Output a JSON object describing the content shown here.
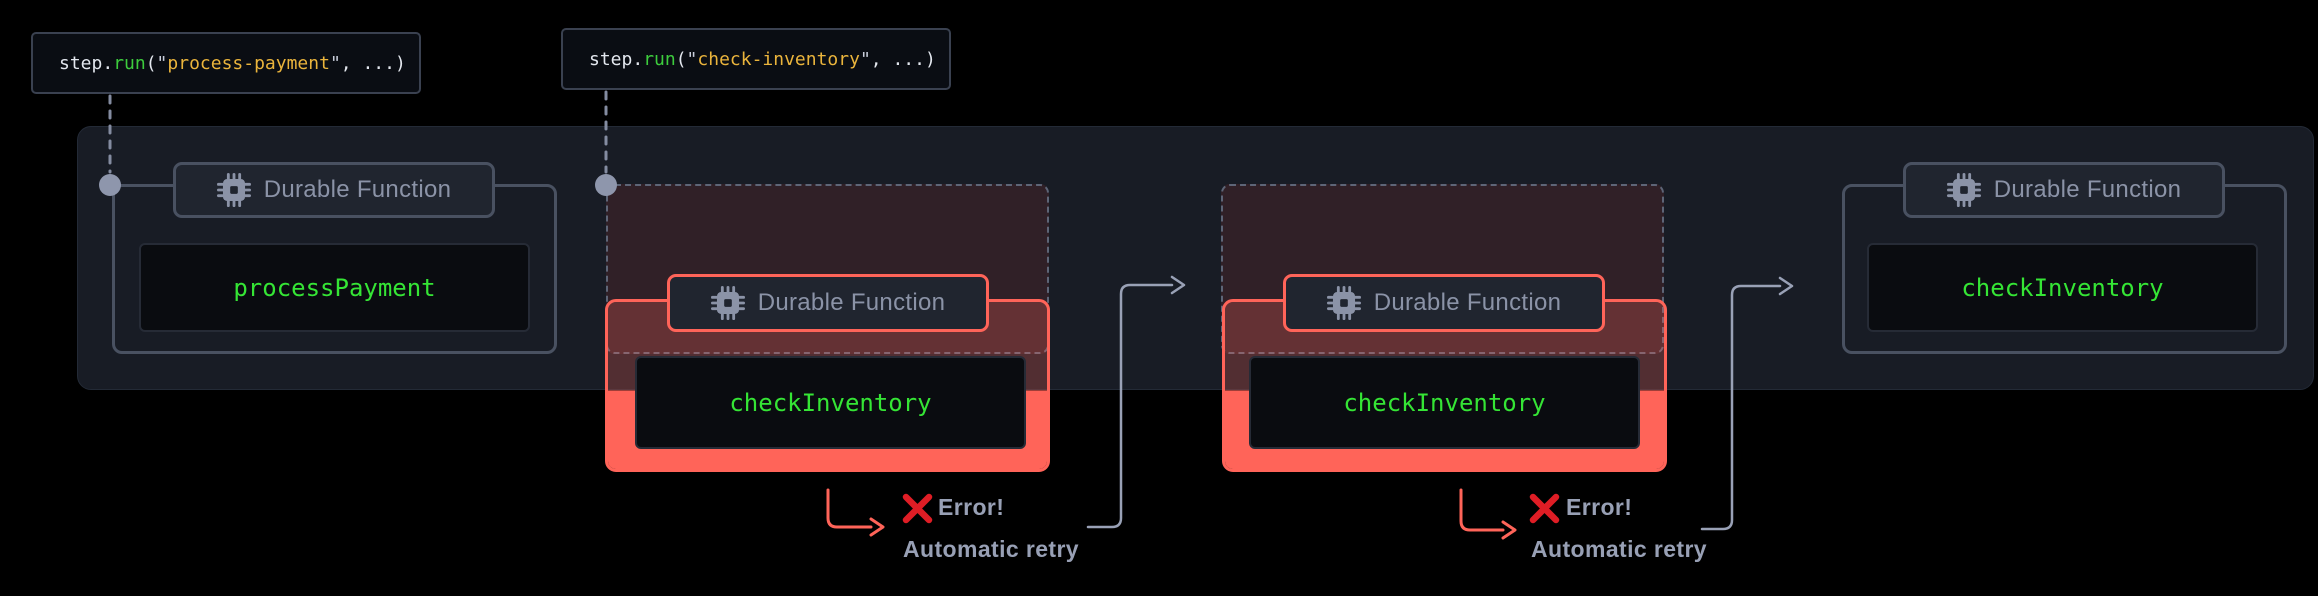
{
  "tooltips": [
    {
      "pre": "step.",
      "fn": "run",
      "open": "(",
      "q1": "\"",
      "arg": "process-payment",
      "q2": "\"",
      "post": ", ...)"
    },
    {
      "pre": "step.",
      "fn": "run",
      "open": "(",
      "q1": "\"",
      "arg": "check-inventory",
      "q2": "\"",
      "post": ", ...)"
    }
  ],
  "blocks": [
    {
      "badge_label": "Durable Function",
      "fn_name": "processPayment",
      "state": "normal"
    },
    {
      "badge_label": "Durable Function",
      "fn_name": "checkInventory",
      "state": "failed"
    },
    {
      "badge_label": "Durable Function",
      "fn_name": "checkInventory",
      "state": "failed"
    },
    {
      "badge_label": "Durable Function",
      "fn_name": "checkInventory",
      "state": "normal"
    }
  ],
  "annotations": [
    {
      "error_label": "Error!",
      "retry_label": "Automatic retry"
    },
    {
      "error_label": "Error!",
      "retry_label": "Automatic retry"
    }
  ],
  "colors": {
    "accent_red": "#ff6459",
    "error_cross_red": "#df1d25",
    "function_green": "#35e535",
    "code_green": "#3dcc3d",
    "code_yellow": "#eab43c",
    "label_slate": "#98a0b5",
    "container_bg": "#181c25"
  }
}
